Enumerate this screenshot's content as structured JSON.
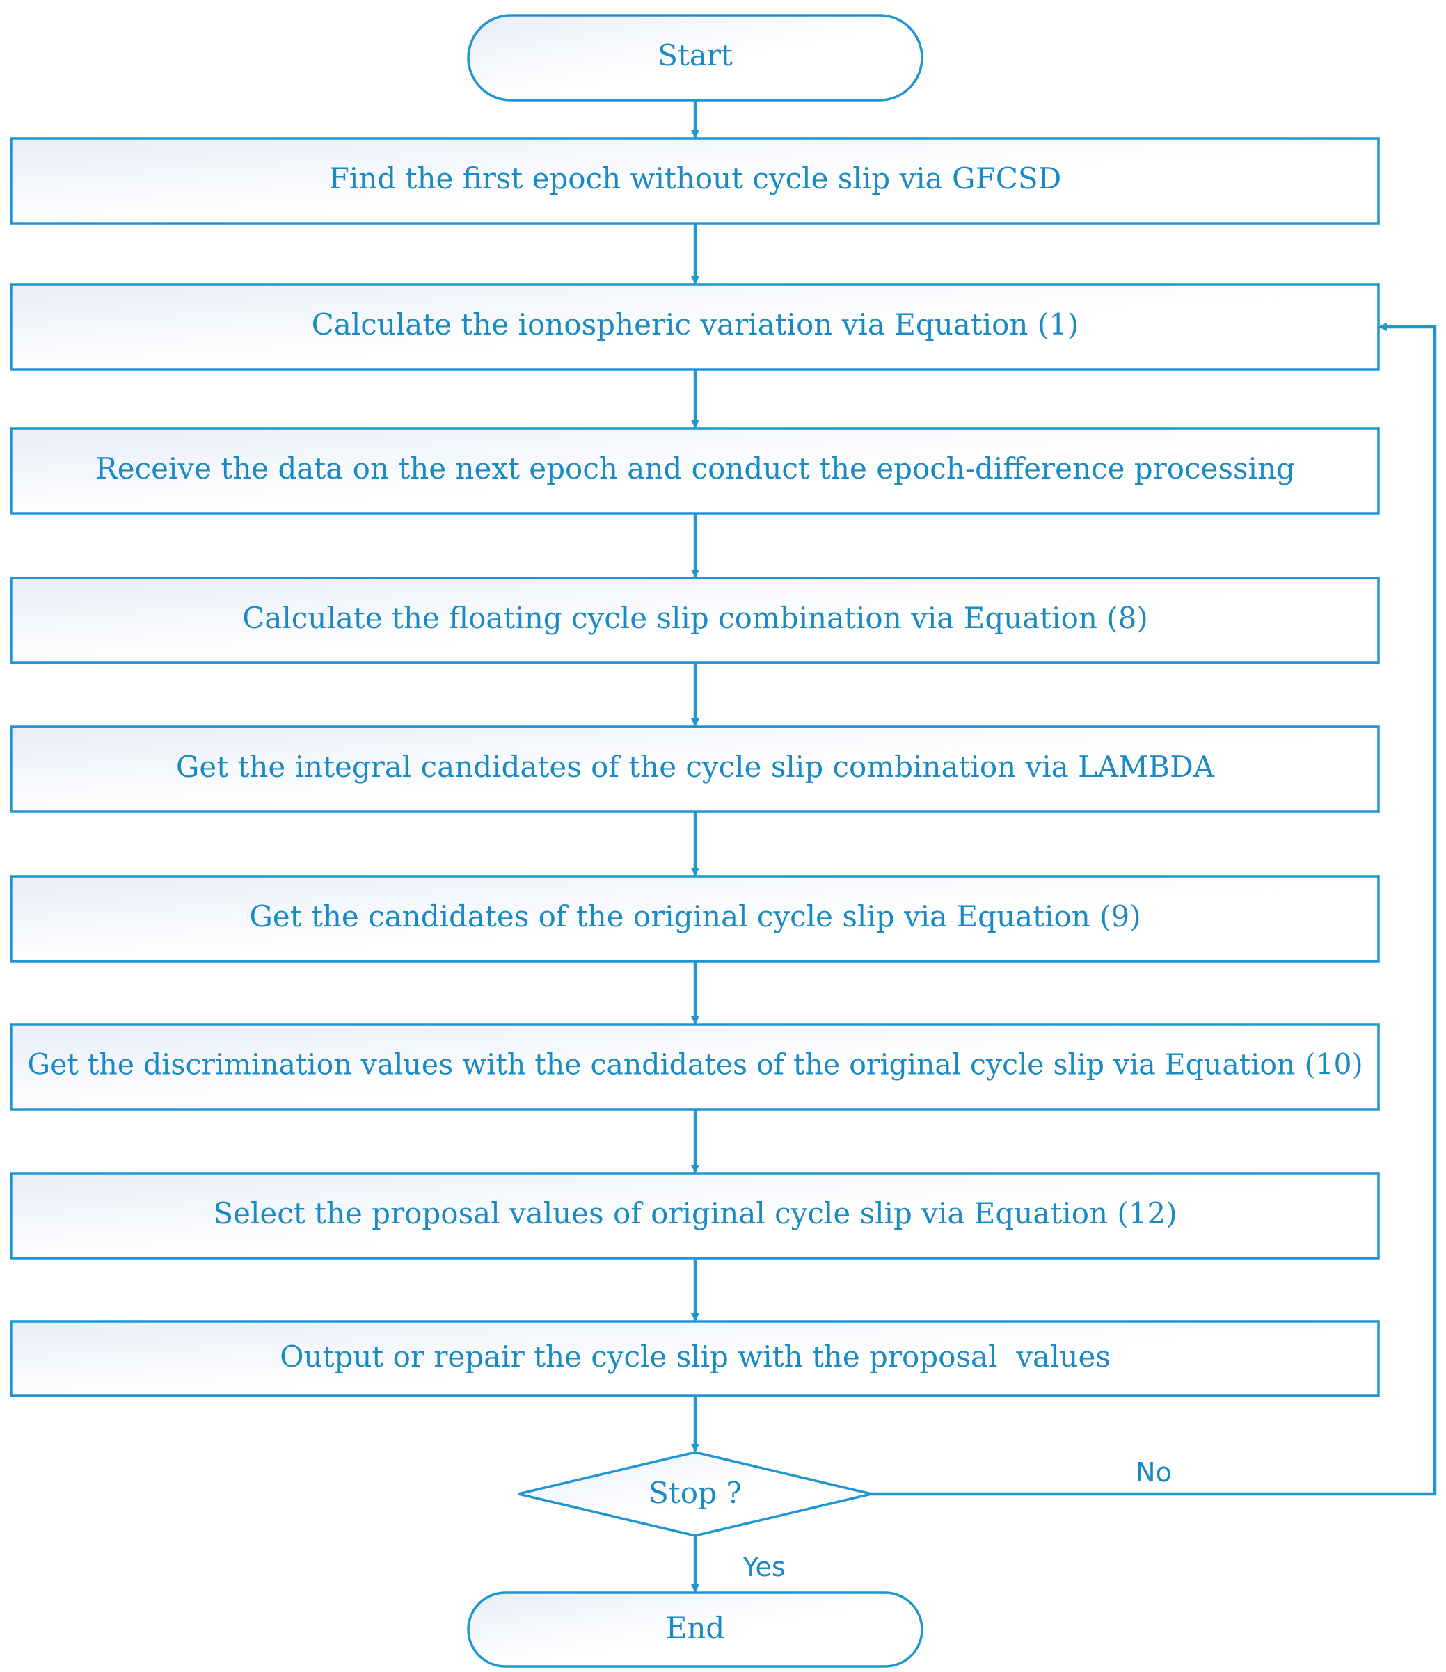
{
  "colors": {
    "stroke": "#1f95d2",
    "text": "#1a8ac4",
    "fill_light": "#ffffff",
    "fill_tint": "#e8eef8"
  },
  "start": {
    "label": "Start"
  },
  "steps": [
    {
      "label": "Find the first epoch without cycle slip via GFCSD"
    },
    {
      "label": "Calculate the ionospheric variation via Equation (1)"
    },
    {
      "label": "Receive the data on the next epoch and conduct the epoch-difference processing"
    },
    {
      "label": "Calculate the floating cycle slip combination via Equation (8)"
    },
    {
      "label": "Get the integral candidates of the cycle slip combination via LAMBDA"
    },
    {
      "label": "Get the candidates of the original cycle slip via Equation (9)"
    },
    {
      "label": "Get the discrimination values with the candidates of the original cycle slip via Equation (10)"
    },
    {
      "label": "Select the proposal values of original cycle slip via Equation (12)"
    },
    {
      "label": "Output or repair the cycle slip with the proposal  values"
    }
  ],
  "decision": {
    "label": "Stop ?"
  },
  "edges": {
    "no_label": "No",
    "yes_label": "Yes"
  },
  "end": {
    "label": "End"
  }
}
